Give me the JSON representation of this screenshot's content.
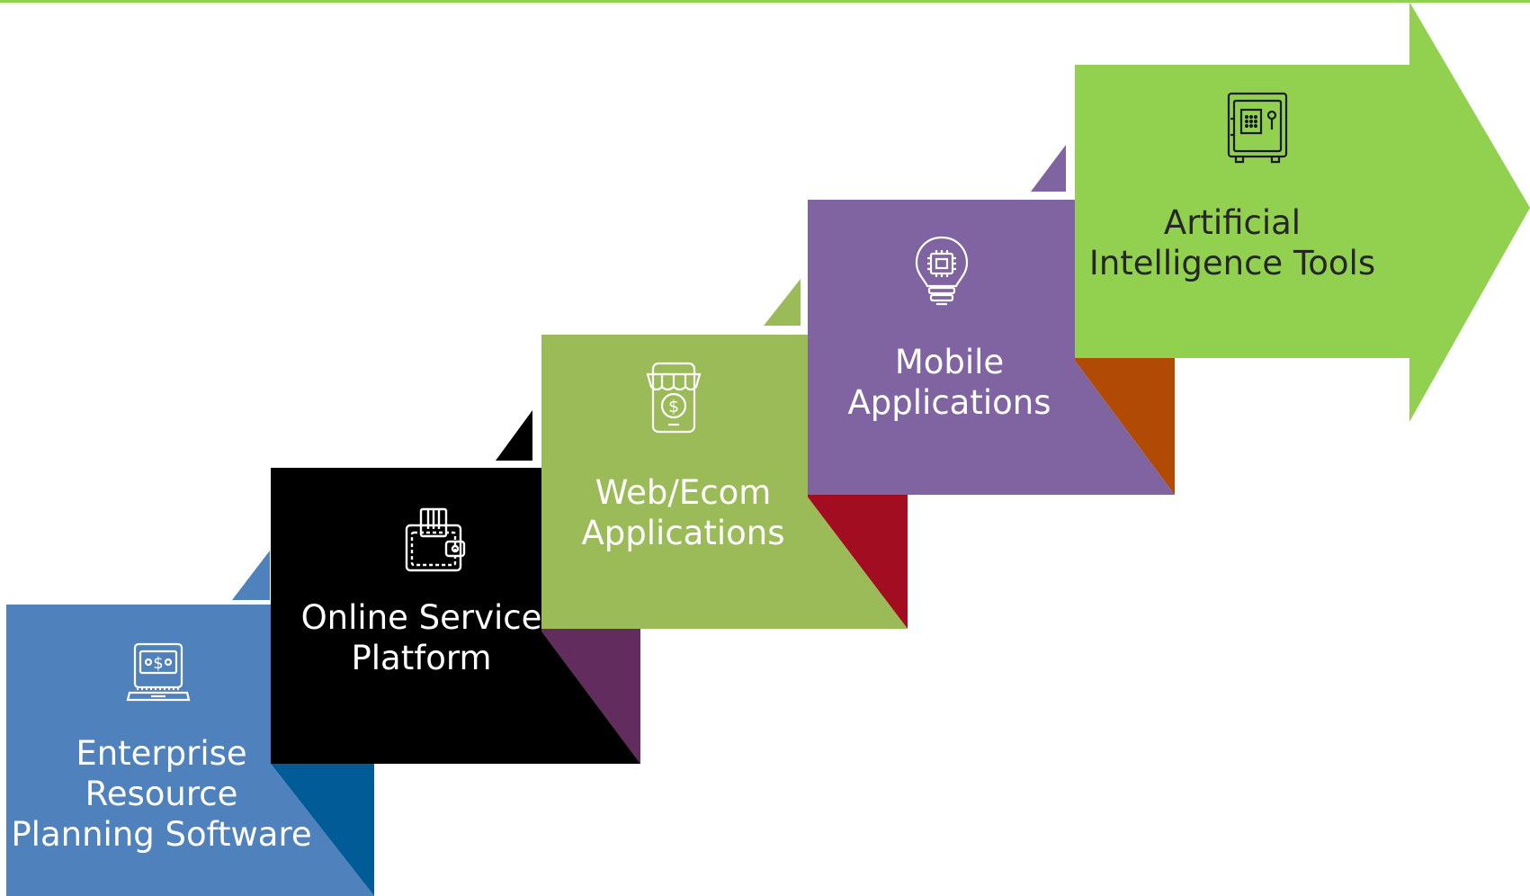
{
  "colors": {
    "top_line": "#92d050",
    "step1": "#4f81bd",
    "step1_fold": "#005b96",
    "step2": "#000000",
    "step2_fold": "#632c5e",
    "step3": "#9bbb59",
    "step3_fold": "#a20d21",
    "step4": "#8064a2",
    "step4_fold": "#b04a04",
    "step5": "#92d050"
  },
  "steps": [
    {
      "label": "Enterprise\nResource\nPlanning Software",
      "icon": "laptop-money-icon"
    },
    {
      "label": "Online Service\nPlatform",
      "icon": "wallet-icon"
    },
    {
      "label": "Web/Ecom\nApplications",
      "icon": "mobile-shop-icon"
    },
    {
      "label": "Mobile\nApplications",
      "icon": "lightbulb-chip-icon"
    },
    {
      "label": "Artificial\nIntelligence Tools",
      "icon": "safe-icon"
    }
  ]
}
